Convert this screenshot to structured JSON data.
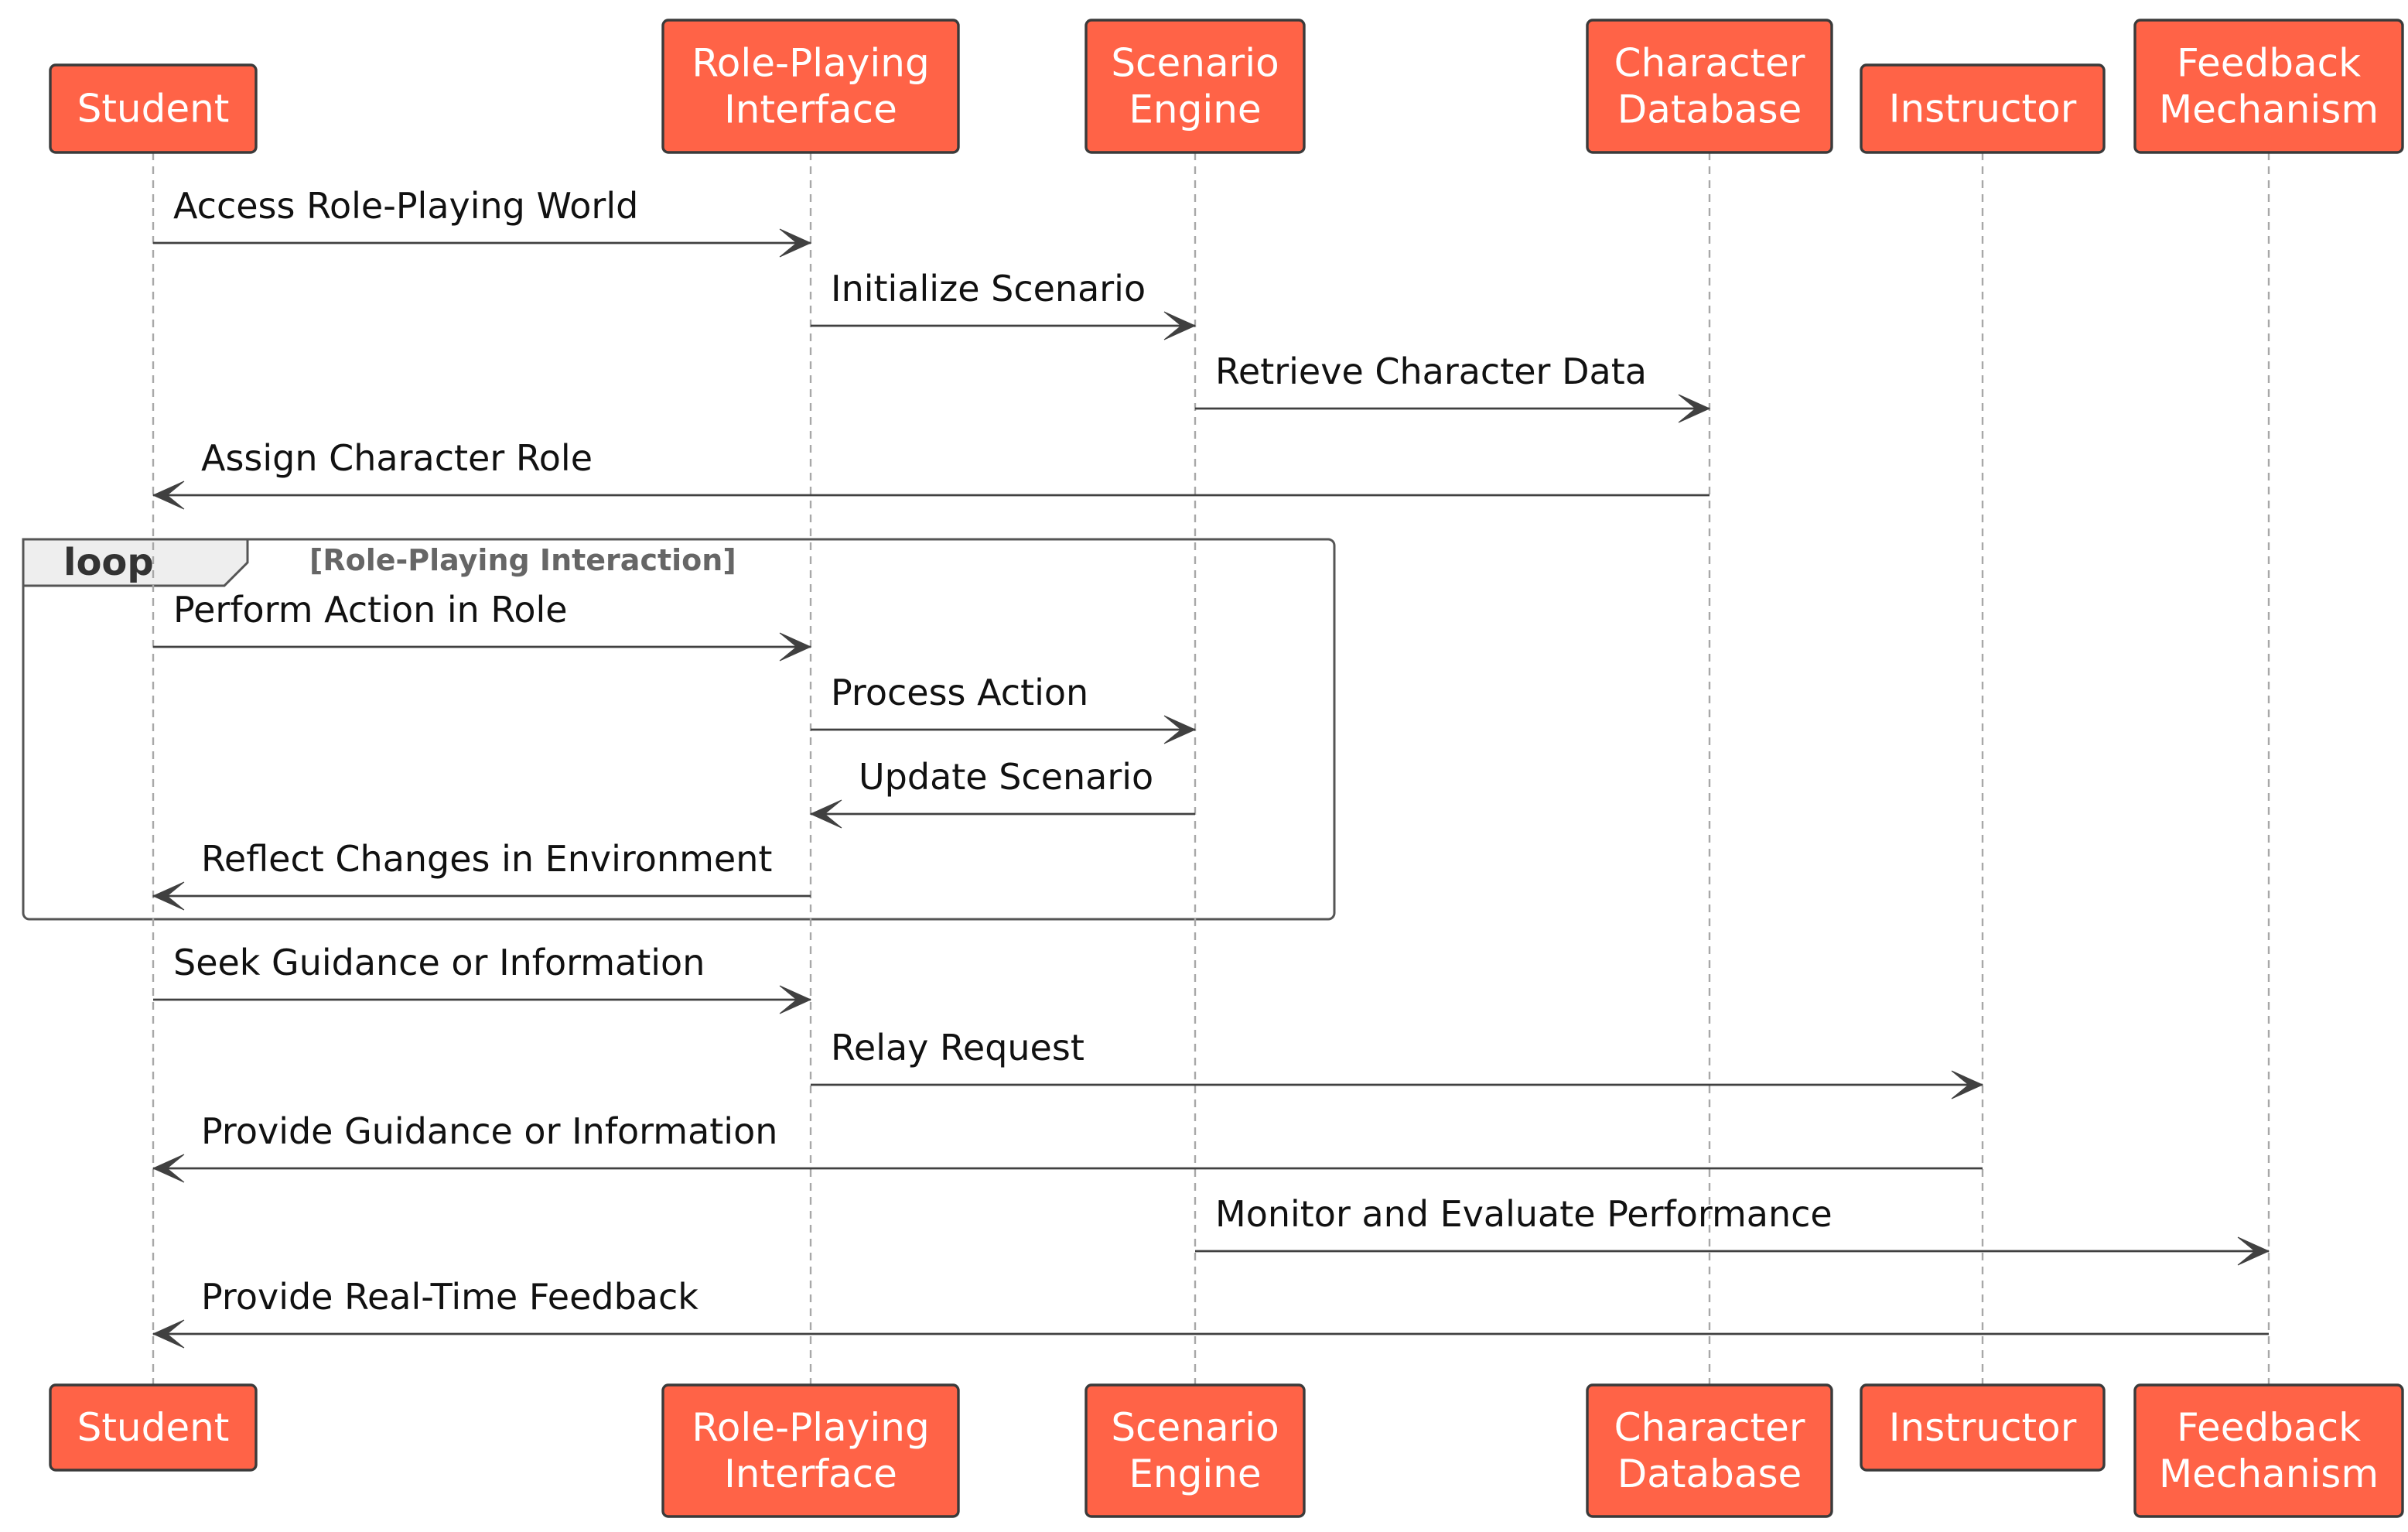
{
  "participants": [
    {
      "id": "student",
      "lines": [
        "Student"
      ]
    },
    {
      "id": "role-playing-interface",
      "lines": [
        "Role-Playing",
        "Interface"
      ]
    },
    {
      "id": "scenario-engine",
      "lines": [
        "Scenario",
        "Engine"
      ]
    },
    {
      "id": "character-database",
      "lines": [
        "Character",
        "Database"
      ]
    },
    {
      "id": "instructor",
      "lines": [
        "Instructor"
      ]
    },
    {
      "id": "feedback-mechanism",
      "lines": [
        "Feedback",
        "Mechanism"
      ]
    }
  ],
  "messages": [
    {
      "from": "student",
      "to": "role-playing-interface",
      "label": "Access Role-Playing World"
    },
    {
      "from": "role-playing-interface",
      "to": "scenario-engine",
      "label": "Initialize Scenario"
    },
    {
      "from": "scenario-engine",
      "to": "character-database",
      "label": "Retrieve Character Data"
    },
    {
      "from": "character-database",
      "to": "student",
      "label": "Assign Character Role"
    },
    {
      "from": "student",
      "to": "role-playing-interface",
      "label": "Perform Action in Role"
    },
    {
      "from": "role-playing-interface",
      "to": "scenario-engine",
      "label": "Process Action"
    },
    {
      "from": "scenario-engine",
      "to": "role-playing-interface",
      "label": "Update Scenario"
    },
    {
      "from": "role-playing-interface",
      "to": "student",
      "label": "Reflect Changes in Environment"
    },
    {
      "from": "student",
      "to": "role-playing-interface",
      "label": "Seek Guidance or Information"
    },
    {
      "from": "role-playing-interface",
      "to": "instructor",
      "label": "Relay Request"
    },
    {
      "from": "instructor",
      "to": "student",
      "label": "Provide Guidance or Information"
    },
    {
      "from": "scenario-engine",
      "to": "feedback-mechanism",
      "label": "Monitor and Evaluate Performance"
    },
    {
      "from": "feedback-mechanism",
      "to": "student",
      "label": "Provide Real-Time Feedback"
    }
  ],
  "fragments": [
    {
      "keyword": "loop",
      "condition": "[Role-Playing Interaction]",
      "first_message": 4,
      "last_message": 7
    }
  ],
  "colors": {
    "participant_fill": "#FF6347",
    "participant_text": "#ffffff",
    "arrow": "#404040",
    "lifeline": "#a8a8a8"
  }
}
